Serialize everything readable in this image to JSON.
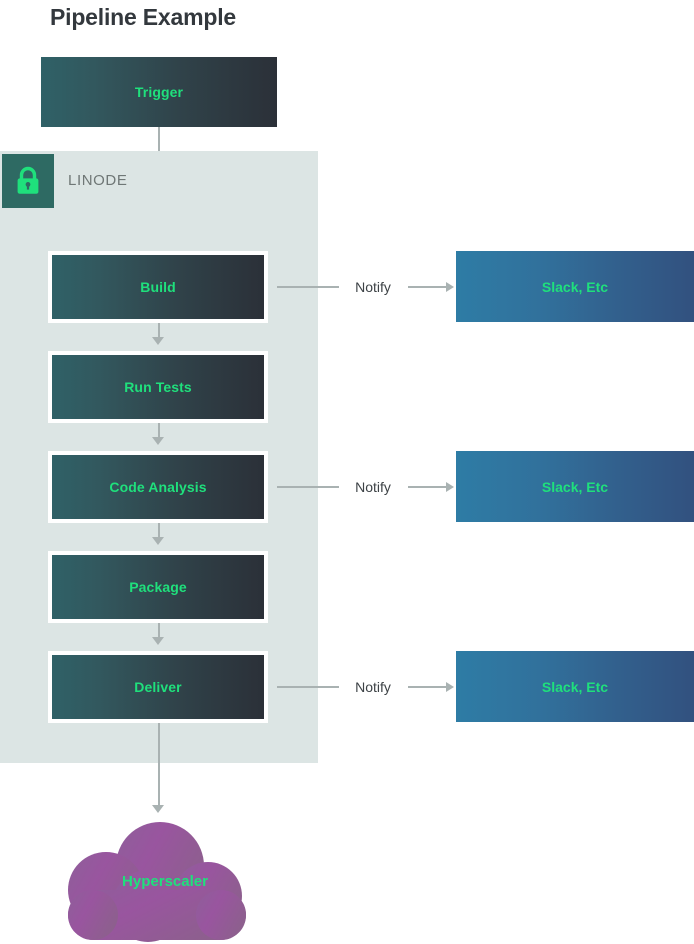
{
  "title": "Pipeline Example",
  "container": {
    "label": "LINODE",
    "icon": "lock-icon",
    "badge_color": "#2e6a63",
    "panel_color": "#dce5e4",
    "lock_color": "#1fe07c"
  },
  "trigger": {
    "label": "Trigger"
  },
  "stages": [
    {
      "label": "Build"
    },
    {
      "label": "Run Tests"
    },
    {
      "label": "Code Analysis"
    },
    {
      "label": "Package"
    },
    {
      "label": "Deliver"
    }
  ],
  "notifications": [
    {
      "edge_label": "Notify",
      "target_label": "Slack, Etc"
    },
    {
      "edge_label": "Notify",
      "target_label": "Slack, Etc"
    },
    {
      "edge_label": "Notify",
      "target_label": "Slack, Etc"
    }
  ],
  "cloud": {
    "label": "Hyperscaler"
  },
  "colors": {
    "stage_gradient_start": "#2f6167",
    "stage_gradient_end": "#2b3038",
    "notify_gradient_start": "#2e7ca5",
    "notify_gradient_end": "#32517f",
    "accent_text": "#1fe07c",
    "connector": "#a9b2b2",
    "title_text": "#33383d",
    "label_text": "#6f7776",
    "cloud_gradient_start": "#9b5fa8",
    "cloud_gradient_end": "#8f5f8d"
  }
}
